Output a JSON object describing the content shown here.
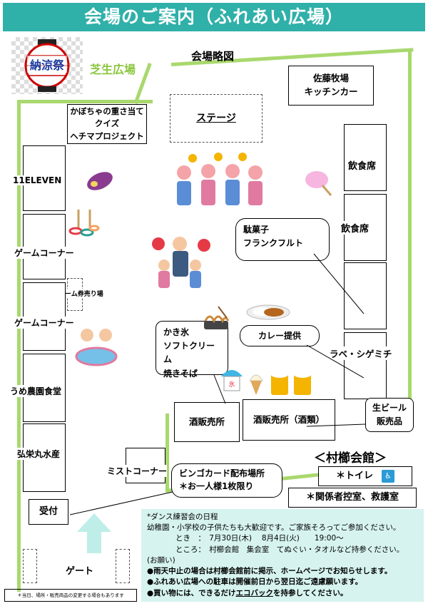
{
  "title": "会場のご案内（ふれあい広場）",
  "logo": {
    "text": "納涼祭",
    "icon": "paper-lantern-icon"
  },
  "labels": {
    "lawn": "芝生広場",
    "map": "会場略図",
    "stage": "ステージ",
    "hechima": "かぼちゃの重さ当てクイズ\nヘチマプロジェクト",
    "sato": "佐藤牧場\nキッチンカー",
    "eleven": "11ELEVEN",
    "game1": "ゲームコーナー",
    "ticket": "ゲーム券売り場",
    "game2": "ゲームコーナー",
    "ume": "うめ農園食堂",
    "kosei": "弘栄丸水産",
    "mist": "ミストコーナー",
    "uketsuke": "受付",
    "gate": "ゲート",
    "seat1": "飲食席",
    "seat2": "飲食席",
    "lave": "ラベ・シゲミチ",
    "sake1": "酒販売所",
    "sake2": "酒販売所（酒類）"
  },
  "callouts": {
    "dagashi": "駄菓子\nフランクフルト",
    "curry": "カレー提供",
    "kakigori": "かき氷\nソフトクリーム\n焼きそば",
    "beer": "生ビール\n販売品",
    "bingo": "ビンゴカード配布場所\n＊お一人様1枚限り"
  },
  "hall": {
    "title": "＜村櫛会館＞",
    "toilet": "＊トイレ",
    "toilet_icon": "restroom-icon",
    "staff": "＊関係者控室、救護室"
  },
  "info": {
    "heading": "*ダンス練習会の日程",
    "line1": "幼稚園・小学校の子供たちも大歓迎です。ご家族そろってご参加ください。",
    "line2": "とき　：　7月30日(木)　 8月4日(火)　　19:00～",
    "line3": "ところ：　村櫛会館　集会室　てぬぐい・タオルなど持参ください。",
    "line4": "(お願い)",
    "line5": "●雨天中止の場合は村櫛会館前に掲示、ホームページでお知らせします。",
    "line6": "●ふれあい広場への駐車は開催前日から翌日迄ご遠慮願います。",
    "line7a": "●買い物には、できるだけ",
    "line7b": "エコバック",
    "line7c": "を持参してください。"
  },
  "footnote": "＊当日、場所・販売商品の変更する場合もあります",
  "colors": {
    "title_bg": "#2fb0a8",
    "path": "#a9d86e",
    "info_bg": "#d6f3ef",
    "lawn_text": "#8cc63f"
  }
}
